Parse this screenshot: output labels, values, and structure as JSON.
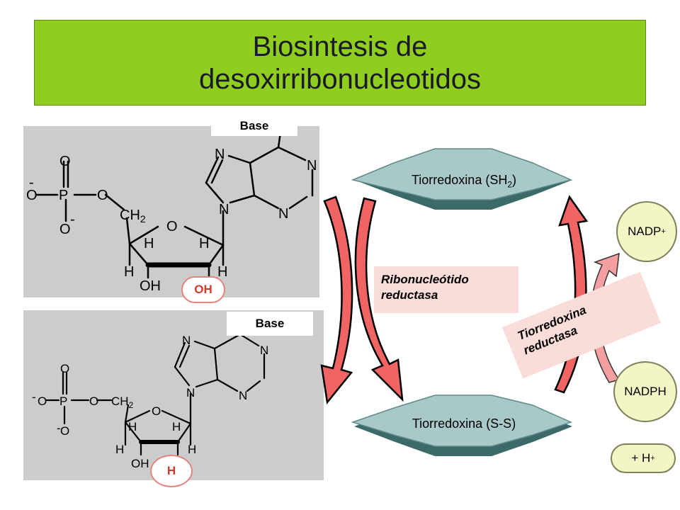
{
  "title": "Biosintesis de\ndesoxirribonucleotidos",
  "top_molecule": {
    "base_label": "Base",
    "group_label": "OH"
  },
  "bottom_molecule": {
    "base_label": "Base",
    "group_label": "H"
  },
  "atoms": {
    "O": "O",
    "P": "P",
    "N": "N",
    "H": "H",
    "OH": "OH",
    "CH2": "CH",
    "sub2": "2",
    "neg": "-",
    "ring_O": "O"
  },
  "thioredoxin_reduced": {
    "name": "Tiorredoxina (SH",
    "sub": "2",
    "close": ")"
  },
  "thioredoxin_oxidized": {
    "label": "Tiorredoxina (S-S)"
  },
  "enzyme_rnr": {
    "line1": "Ribonucleótido",
    "line2": "reductasa"
  },
  "enzyme_trr": {
    "line1": "Tiorredoxina",
    "line2": "reductasa"
  },
  "cofactors": {
    "nadp": {
      "text": "NADP",
      "sup": "+"
    },
    "nadph": {
      "text": "NADPH"
    },
    "proton": {
      "text": "+ H",
      "sup": "+"
    }
  },
  "colors": {
    "title_bg": "#8fce1f",
    "panel_bg": "#cccccc",
    "hexagon_fill": "#a9c8c8",
    "arrow_fill": "#f06464",
    "nadp_arrow_fill": "#f4a0a0",
    "cofactor_fill": "#f2f5c4",
    "label_bg": "#fadcd8"
  }
}
